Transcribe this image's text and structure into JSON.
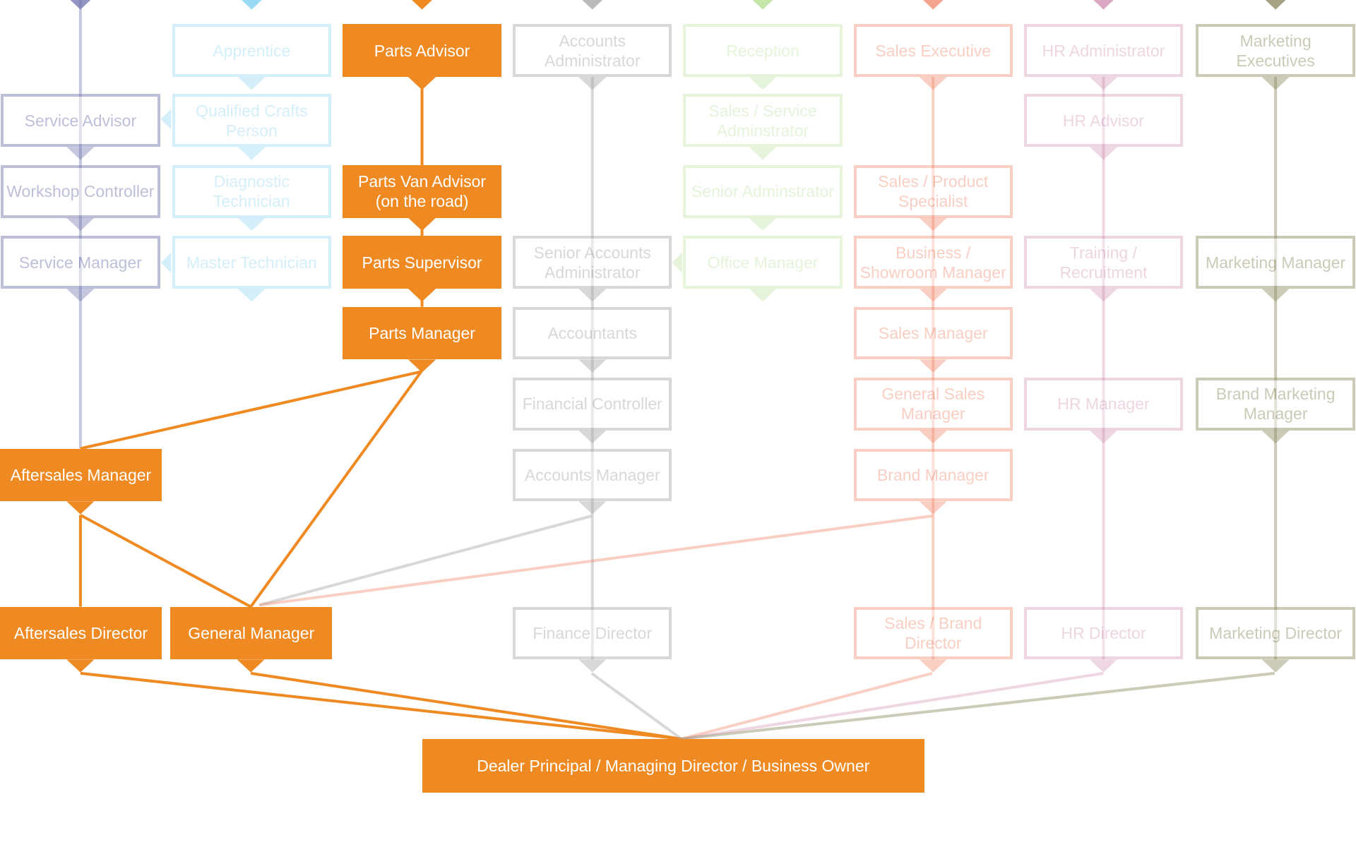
{
  "colors": {
    "highlight": "#ef8a22",
    "service": "#6f73ad",
    "technician": "#56c1ec",
    "accounts": "#a9a9a9",
    "admin": "#9cd46e",
    "sales": "#f2866a",
    "hr": "#c679a2",
    "marketing": "#8d8b62"
  },
  "columns": [
    {
      "key": "service",
      "highlighted": false,
      "boxes": [
        {
          "label": "Service Advisor"
        },
        {
          "label": "Workshop Controller"
        },
        {
          "label": "Service Manager"
        }
      ]
    },
    {
      "key": "technician",
      "highlighted": false,
      "boxes": [
        {
          "label": "Apprentice"
        },
        {
          "label": "Qualified Crafts Person"
        },
        {
          "label": "Diagnostic Technician"
        },
        {
          "label": "Master Technician"
        }
      ]
    },
    {
      "key": "parts",
      "highlighted": true,
      "boxes": [
        {
          "label": "Parts Advisor"
        },
        {
          "label": "Parts Van Advisor (on the road)"
        },
        {
          "label": "Parts Supervisor"
        },
        {
          "label": "Parts Manager"
        }
      ]
    },
    {
      "key": "accounts",
      "highlighted": false,
      "boxes": [
        {
          "label": "Accounts Administrator"
        },
        {
          "label": "Senior Accounts Administrator"
        },
        {
          "label": "Accountants"
        },
        {
          "label": "Financial Controller"
        },
        {
          "label": "Accounts Manager"
        },
        {
          "label": "Finance Director"
        }
      ]
    },
    {
      "key": "admin",
      "highlighted": false,
      "boxes": [
        {
          "label": "Reception"
        },
        {
          "label": "Sales / Service Adminstrator"
        },
        {
          "label": "Senior Adminstrator"
        },
        {
          "label": "Office Manager"
        }
      ]
    },
    {
      "key": "sales",
      "highlighted": false,
      "boxes": [
        {
          "label": "Sales Executive"
        },
        {
          "label": "Sales / Product Specialist"
        },
        {
          "label": "Business / Showroom Manager"
        },
        {
          "label": "Sales Manager"
        },
        {
          "label": "General Sales Manager"
        },
        {
          "label": "Brand Manager"
        },
        {
          "label": "Sales / Brand Director"
        }
      ]
    },
    {
      "key": "hr",
      "highlighted": false,
      "boxes": [
        {
          "label": "HR Administrator"
        },
        {
          "label": "HR Advisor"
        },
        {
          "label": "Training / Recruitment"
        },
        {
          "label": "HR Manager"
        },
        {
          "label": "HR Director"
        }
      ]
    },
    {
      "key": "marketing",
      "highlighted": false,
      "boxes": [
        {
          "label": "Marketing Executives"
        },
        {
          "label": "Marketing Manager"
        },
        {
          "label": "Brand Marketing Manager"
        },
        {
          "label": "Marketing Director"
        }
      ]
    }
  ],
  "management": [
    {
      "label": "Aftersales Manager"
    },
    {
      "label": "Aftersales Director"
    },
    {
      "label": "General Manager"
    }
  ],
  "top": {
    "label": "Dealer Principal / Managing Director / Business Owner"
  }
}
